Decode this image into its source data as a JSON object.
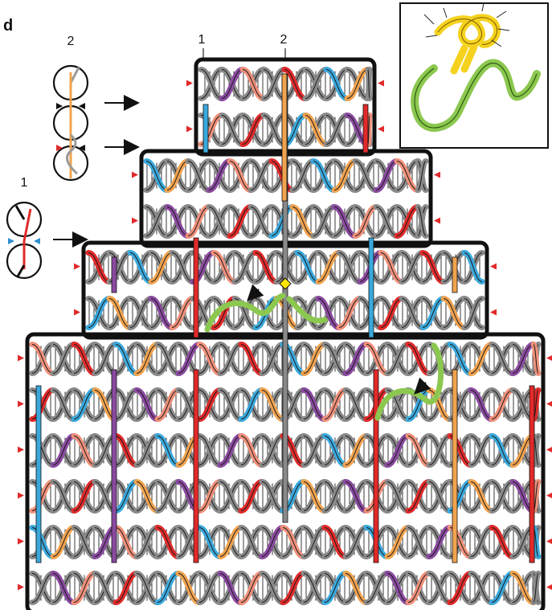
{
  "panel_label": "d",
  "inset_labels": {
    "top": "2",
    "left": "1"
  },
  "crossover_labels": {
    "first": "1",
    "second": "2"
  },
  "colors": {
    "grey": "#8a8a8a",
    "orange": "#f2a34f",
    "purple": "#8a4aa0",
    "red": "#e12a2a",
    "salmon": "#f0907a",
    "blue": "#3aa8dc",
    "green": "#8cc850",
    "light_blue": "#7ccfe8",
    "yellow": "#f5d21e",
    "axis_grey": "#9a9a9a",
    "frame_black": "#111111",
    "marker_red": "#e12a2a",
    "marker_blue": "#2f8fd0",
    "diamond": "#ffe600"
  },
  "icons": {
    "inset_arrow": "arrow-right-icon",
    "pointer": "arrow-down-left-icon",
    "diamond": "diamond-icon"
  }
}
